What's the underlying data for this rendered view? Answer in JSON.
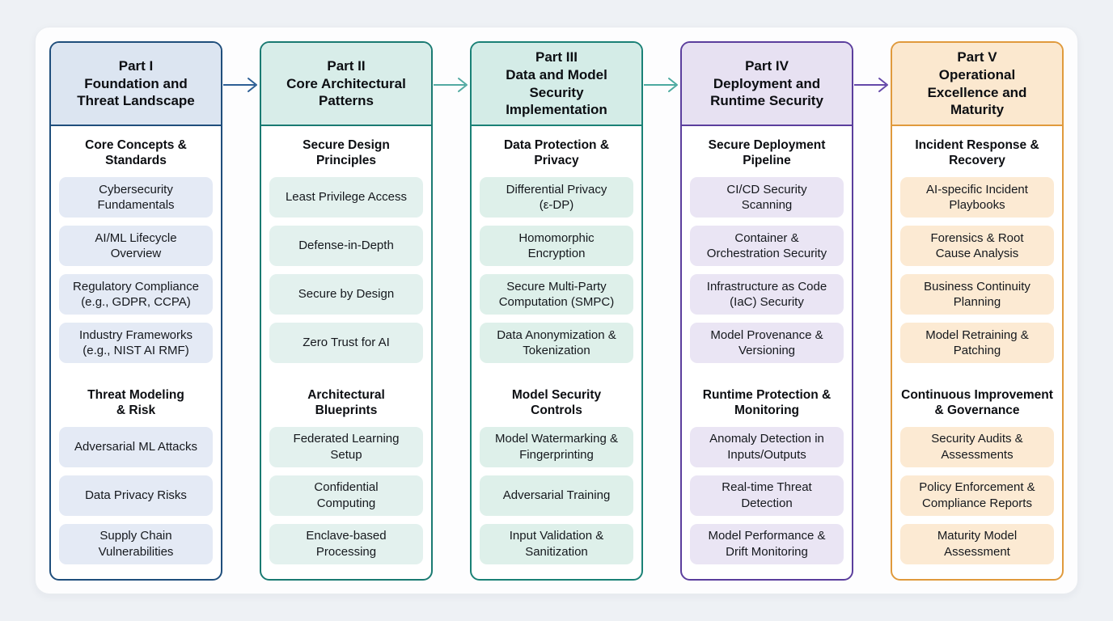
{
  "diagram": {
    "page_background": "#eef1f5",
    "card_background": "#fdfdfe"
  },
  "columns": [
    {
      "title": "Part I\nFoundation and\nThreat Landscape",
      "colors": {
        "border": "#1f4e7c",
        "header_bg": "#dce5f1",
        "item_bg": "#e4eaf5"
      },
      "sections": [
        {
          "heading": "Core Concepts &\nStandards",
          "items": [
            "Cybersecurity\nFundamentals",
            "AI/ML Lifecycle\nOverview",
            "Regulatory Compliance\n(e.g., GDPR, CCPA)",
            "Industry Frameworks\n(e.g., NIST AI RMF)"
          ]
        },
        {
          "heading": "Threat Modeling\n& Risk",
          "items": [
            "Adversarial ML Attacks",
            "Data Privacy Risks",
            "Supply Chain\nVulnerabilities"
          ]
        }
      ]
    },
    {
      "title": "Part II\nCore Architectural\nPatterns",
      "colors": {
        "border": "#1a7a72",
        "header_bg": "#d8ede9",
        "item_bg": "#e3f1ee"
      },
      "sections": [
        {
          "heading": "Secure Design\nPrinciples",
          "items": [
            "Least Privilege Access",
            "Defense-in-Depth",
            "Secure by Design",
            "Zero Trust for AI"
          ]
        },
        {
          "heading": "Architectural\nBlueprints",
          "items": [
            "Federated Learning\nSetup",
            "Confidential\nComputing",
            "Enclave-based\nProcessing"
          ]
        }
      ]
    },
    {
      "title": "Part III\nData and Model\nSecurity\nImplementation",
      "colors": {
        "border": "#1a8176",
        "header_bg": "#d4ece7",
        "item_bg": "#def0ea"
      },
      "sections": [
        {
          "heading": "Data Protection &\nPrivacy",
          "items": [
            "Differential Privacy\n(ε-DP)",
            "Homomorphic\nEncryption",
            "Secure Multi-Party\nComputation (SMPC)",
            "Data Anonymization &\nTokenization"
          ]
        },
        {
          "heading": "Model Security\nControls",
          "items": [
            "Model Watermarking &\nFingerprinting",
            "Adversarial Training",
            "Input Validation &\nSanitization"
          ]
        }
      ]
    },
    {
      "title": "Part IV\nDeployment and\nRuntime Security",
      "colors": {
        "border": "#5b3e9d",
        "header_bg": "#e7e1f2",
        "item_bg": "#eae5f4"
      },
      "sections": [
        {
          "heading": "Secure Deployment\nPipeline",
          "items": [
            "CI/CD Security\nScanning",
            "Container &\nOrchestration Security",
            "Infrastructure as Code\n(IaC) Security",
            "Model Provenance &\nVersioning"
          ]
        },
        {
          "heading": "Runtime Protection &\nMonitoring",
          "items": [
            "Anomaly Detection in\nInputs/Outputs",
            "Real-time Threat\nDetection",
            "Model Performance &\nDrift Monitoring"
          ]
        }
      ]
    },
    {
      "title": "Part V\nOperational\nExcellence and\nMaturity",
      "colors": {
        "border": "#e09a3c",
        "header_bg": "#fbe8cf",
        "item_bg": "#fcead3"
      },
      "sections": [
        {
          "heading": "Incident Response &\nRecovery",
          "items": [
            "AI-specific Incident\nPlaybooks",
            "Forensics & Root\nCause Analysis",
            "Business Continuity\nPlanning",
            "Model Retraining &\nPatching"
          ]
        },
        {
          "heading": "Continuous Improvement\n& Governance",
          "items": [
            "Security Audits &\nAssessments",
            "Policy Enforcement &\nCompliance Reports",
            "Maturity Model\nAssessment"
          ]
        }
      ]
    }
  ],
  "arrows": [
    {
      "name": "arrow-part1-to-part2",
      "color": "#2d5f95"
    },
    {
      "name": "arrow-part2-to-part3",
      "color": "#53aaa2"
    },
    {
      "name": "arrow-part3-to-part4",
      "color": "#4caaa0"
    },
    {
      "name": "arrow-part4-to-part5",
      "color": "#6549a9"
    }
  ]
}
